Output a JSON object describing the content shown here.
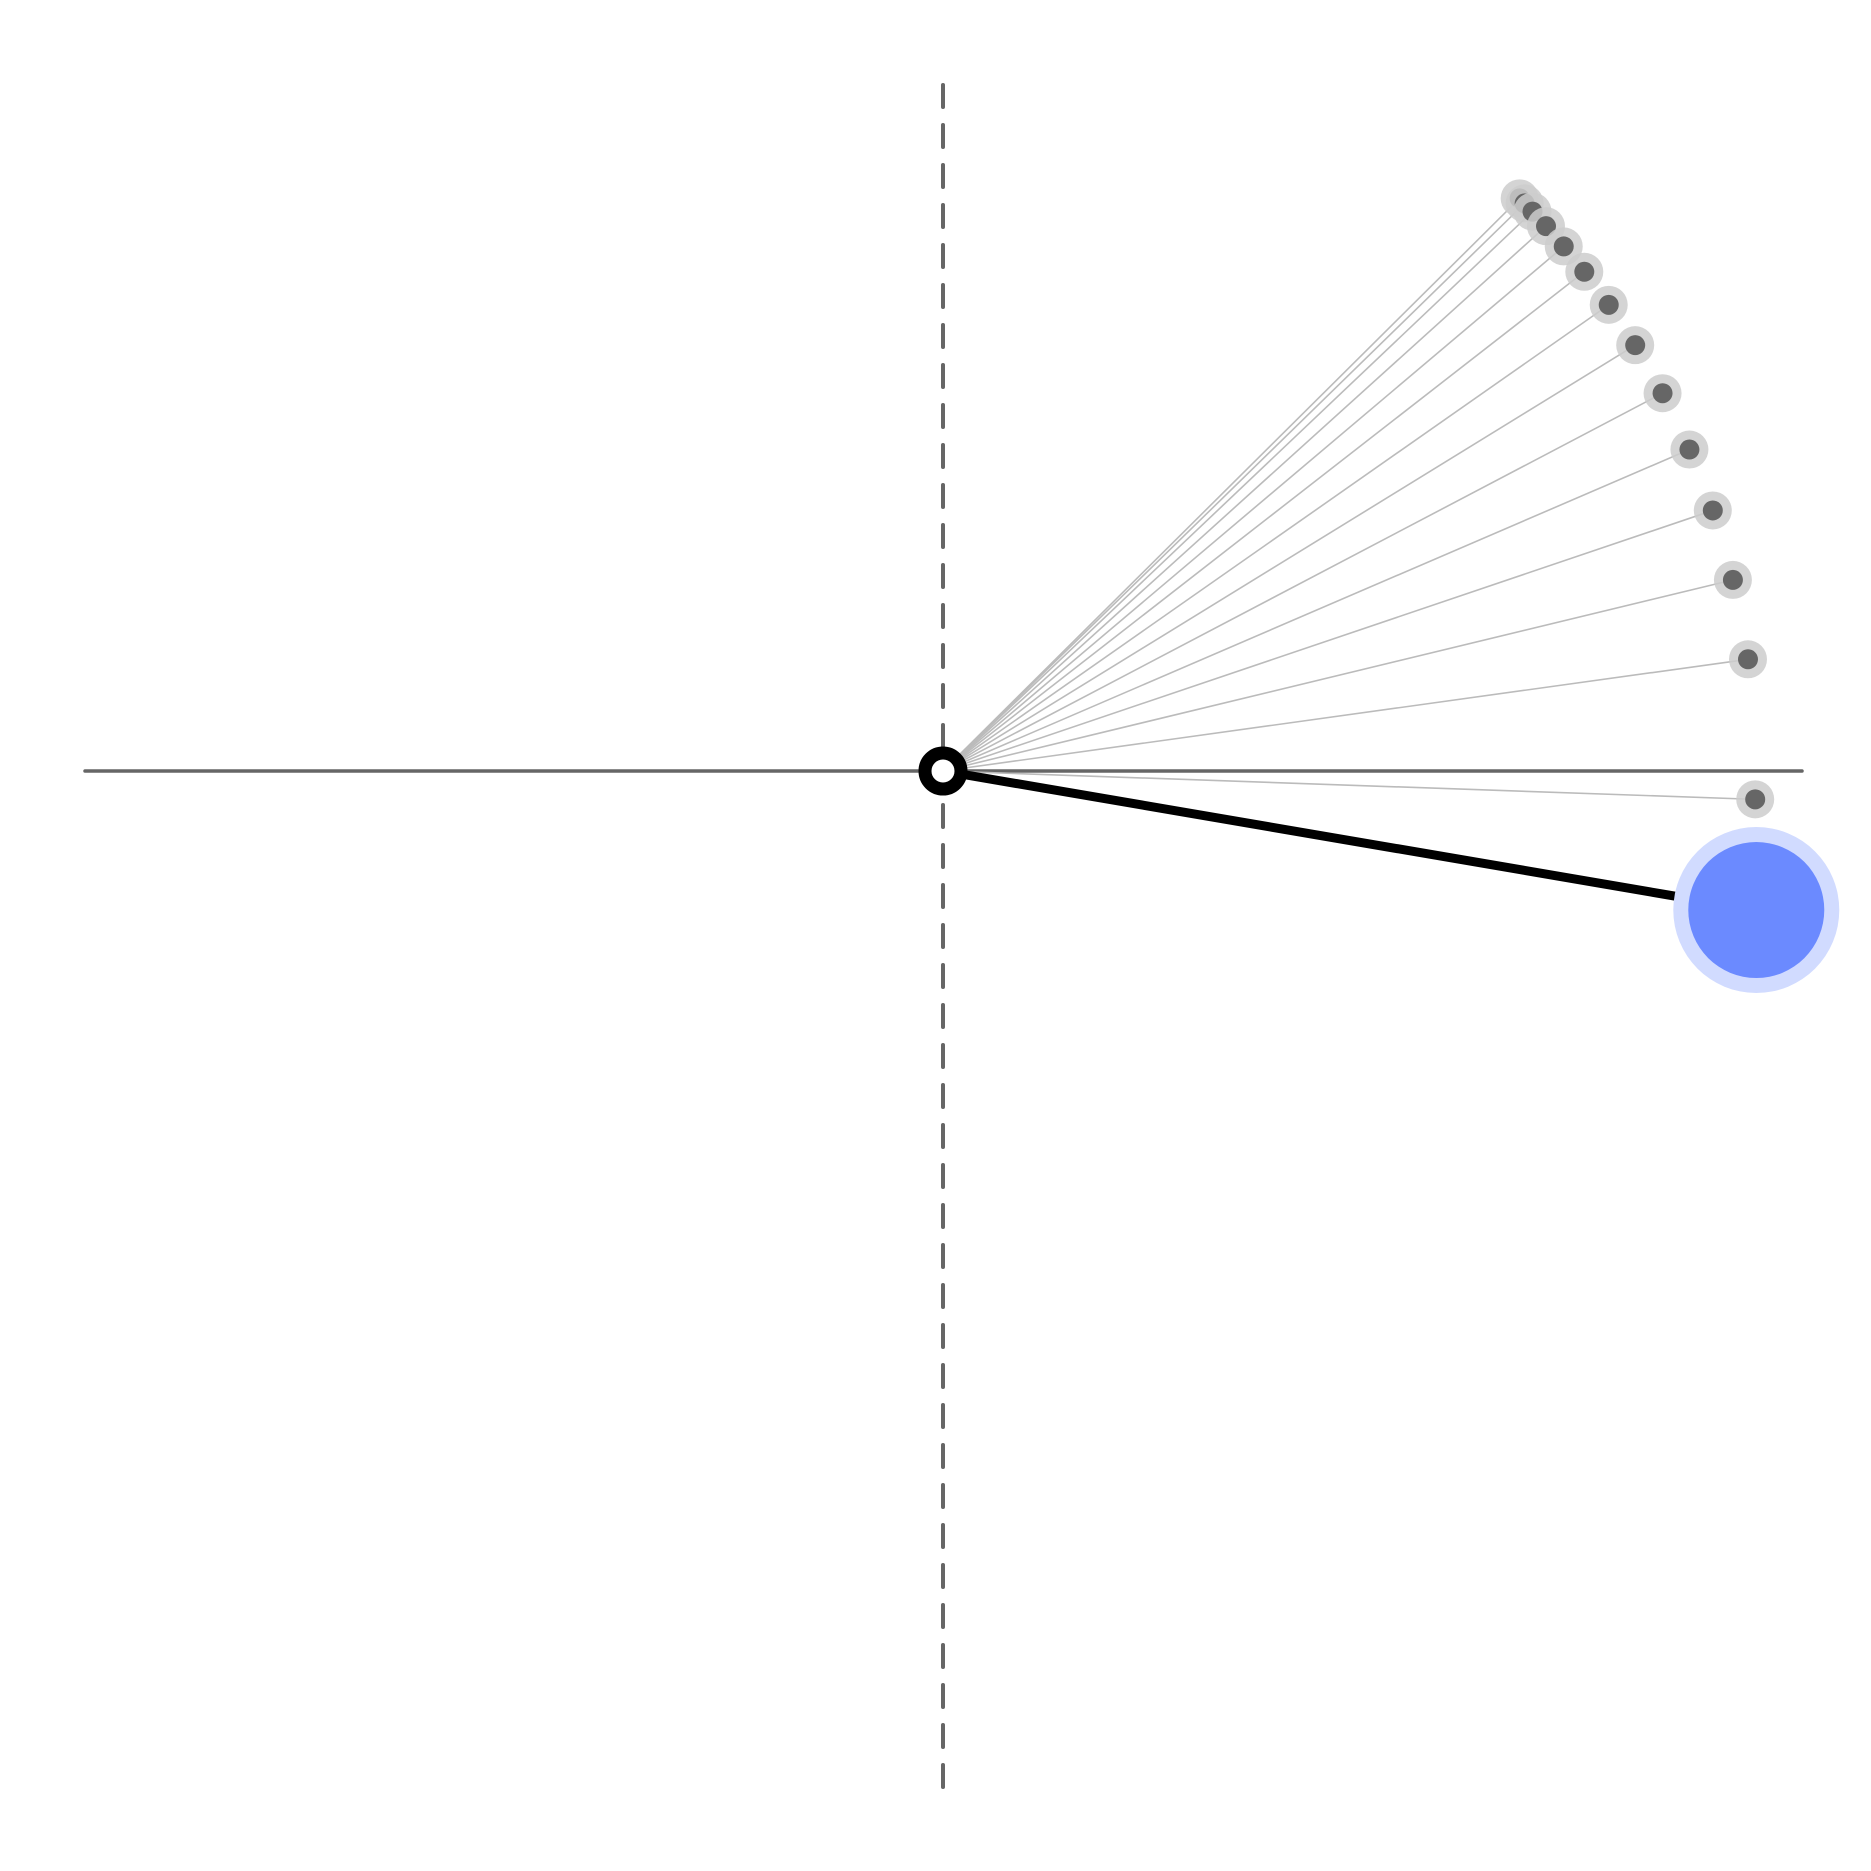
{
  "diagram": {
    "kind": "pendulum-trace",
    "colors": {
      "background": "#ffffff",
      "axis": "#666666",
      "rod": "#000000",
      "pivot_outer": "#000000",
      "pivot_inner": "#ffffff",
      "trail_line": "#bbbbbb",
      "trail_dot": "#666666",
      "trail_halo": "#cccccc",
      "bob_fill": "#6b8aff",
      "bob_halo": "#d1dbff"
    },
    "pendulum": {
      "angle_deg": -9.7,
      "length_ratio": 0.965
    },
    "trail": {
      "angles_deg": [
        44.8,
        44.3,
        43.5,
        42.1,
        40.2,
        37.9,
        35.0,
        31.6,
        27.7,
        23.3,
        18.7,
        13.6,
        7.9,
        -2.0
      ]
    }
  }
}
